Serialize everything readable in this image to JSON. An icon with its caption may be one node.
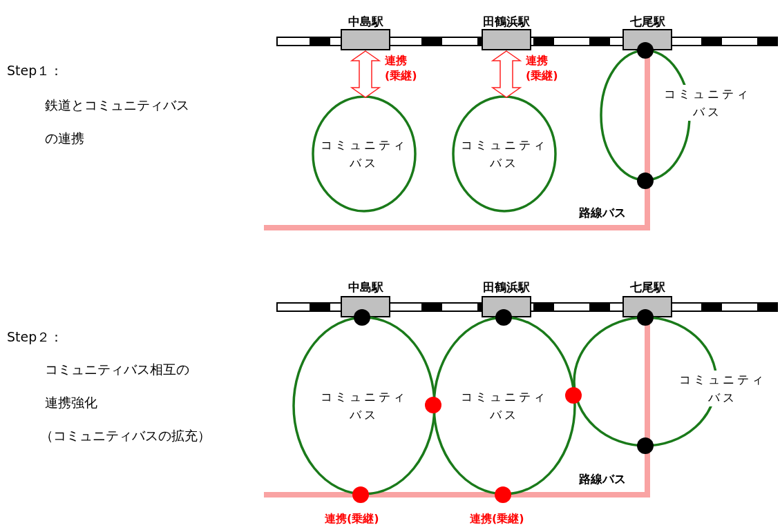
{
  "diagram": {
    "nodes": [
      {
        "text": [
          "中島駅"
        ]
      },
      {
        "text": [
          "田鶴浜駅"
        ]
      },
      {
        "text": [
          "七尾駅"
        ]
      },
      {
        "text": [
          "コミュニティバス"
        ]
      },
      {
        "text": [
          "コミュニティバス"
        ]
      },
      {
        "text": [
          "コミュニティバス"
        ]
      },
      {
        "text": [
          "中島駅"
        ]
      },
      {
        "text": [
          "田鶴浜駅"
        ]
      },
      {
        "text": [
          "七尾駅"
        ]
      },
      {
        "text": [
          "コミュニティバス"
        ]
      },
      {
        "text": [
          "コミュニティバス"
        ]
      },
      {
        "text": [
          "コミュニティバス"
        ]
      }
    ],
    "edges": [
      {
        "from": 0,
        "to": 3,
        "arrow": "both",
        "label": "連携(乗継)"
      },
      {
        "from": 1,
        "to": 4,
        "arrow": "both",
        "label": "連携(乗継)"
      }
    ],
    "labels": [
      "Step１：",
      "鉄道とコミュニティバスの連携",
      "路線バス",
      "Step２：",
      "コミュニティバス相互の連携強化",
      "（コミュニティバスの拡充）",
      "路線バス",
      "連携(乗継)",
      "連携(乗継)"
    ]
  }
}
